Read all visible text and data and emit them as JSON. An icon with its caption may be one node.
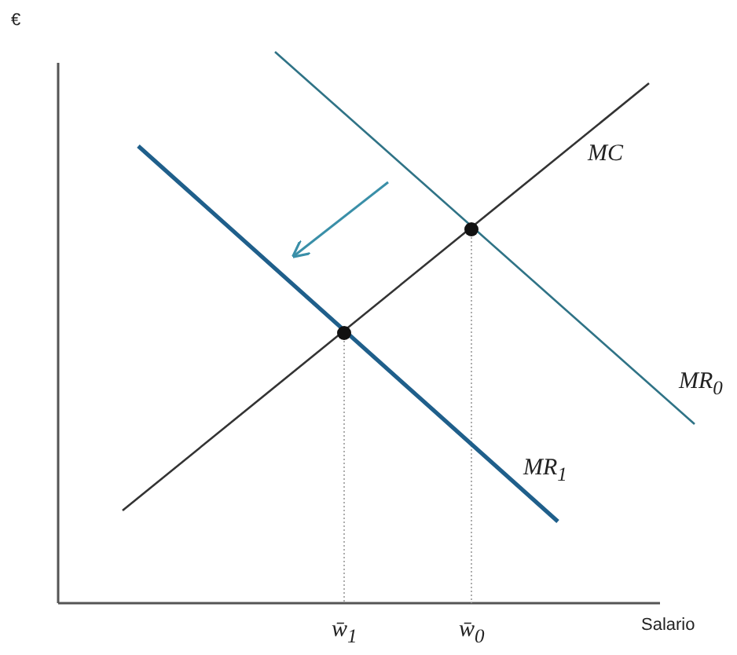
{
  "diagram": {
    "labels": [
      "€",
      "MC",
      "MR$_{0}$",
      "MR$_{1}$",
      "w̄$_{1}$",
      "w̄$_{0}$",
      "Salario"
    ]
  }
}
